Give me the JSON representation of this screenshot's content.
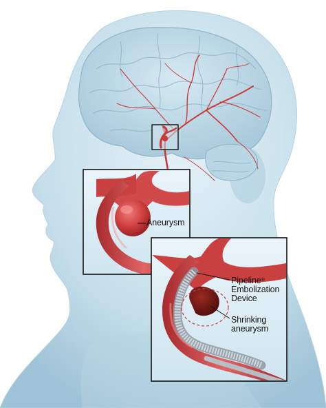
{
  "labels": {
    "aneurysm": "Aneurysm",
    "device_line1": "Pipeline",
    "device_reg": "®",
    "device_line2": "Embolization",
    "device_line3": "Device",
    "shrink_line1": "Shrinking",
    "shrink_line2": "aneurysm"
  },
  "colors": {
    "head_fill": "#cfe4ee",
    "head_shadow": "#9fc3d6",
    "brain_fill": "#bfd9e6",
    "artery": "#c93a3a",
    "artery_dark": "#8e1f22",
    "aneurysm_sac": "#6a1414",
    "inset_bg": "#ddeef6",
    "border": "#111111",
    "stent_device": "#8f9aa3"
  }
}
